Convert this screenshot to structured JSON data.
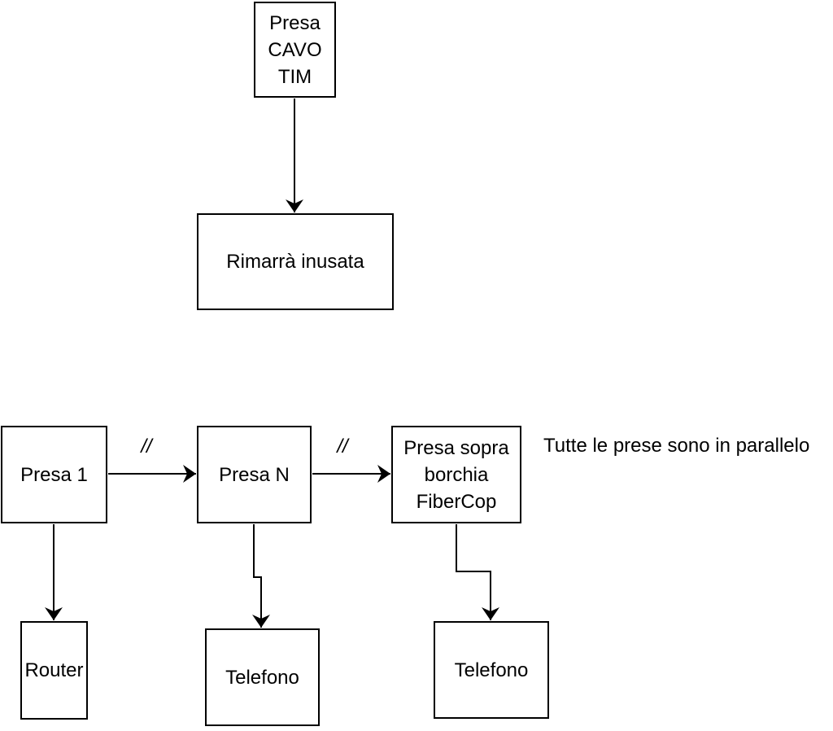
{
  "diagram": {
    "nodes": {
      "presa_cavo_tim": "Presa\nCAVO\nTIM",
      "rimarra_inusata": "Rimarrà inusata",
      "presa_1": "Presa 1",
      "presa_n": "Presa N",
      "presa_fibercop": "Presa sopra\nborchia\nFiberCop",
      "router": "Router",
      "telefono_centro": "Telefono",
      "telefono_destra": "Telefono"
    },
    "edge_labels": {
      "parallel_1": "//",
      "parallel_2": "//"
    },
    "note": "Tutte le prese sono in parallelo",
    "colors": {
      "stroke": "#000000",
      "background": "#ffffff"
    }
  }
}
